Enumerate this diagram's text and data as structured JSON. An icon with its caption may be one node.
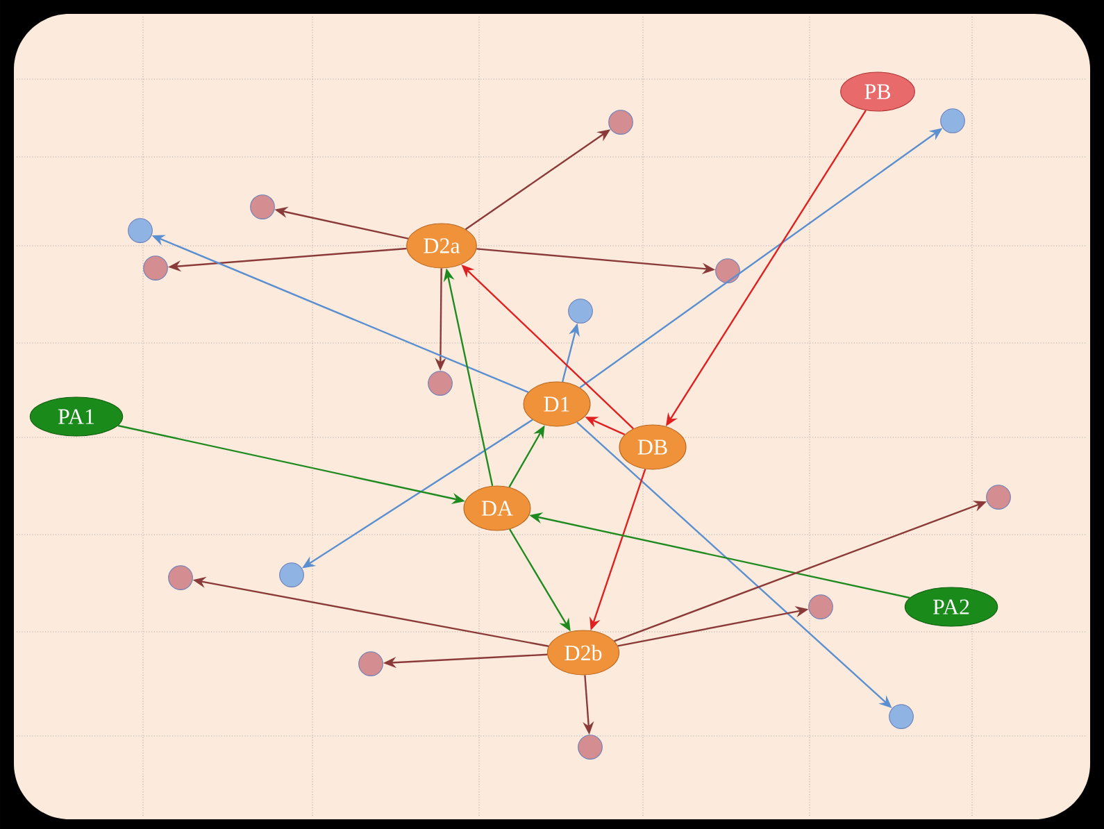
{
  "diagram": {
    "nodes": [
      {
        "text": [
          "PA1"
        ]
      },
      {
        "text": [
          "PA2"
        ]
      },
      {
        "text": [
          "PB"
        ]
      },
      {
        "text": [
          "D2a"
        ]
      },
      {
        "text": [
          "D1"
        ]
      },
      {
        "text": [
          "DB"
        ]
      },
      {
        "text": [
          "DA"
        ]
      },
      {
        "text": [
          "D2b"
        ]
      },
      {
        "text": [],
        "shape": "circle"
      },
      {
        "text": [],
        "shape": "circle"
      },
      {
        "text": [],
        "shape": "circle"
      },
      {
        "text": [],
        "shape": "circle"
      },
      {
        "text": [],
        "shape": "circle"
      },
      {
        "text": [],
        "shape": "circle"
      },
      {
        "text": [],
        "shape": "circle"
      },
      {
        "text": [],
        "shape": "circle"
      },
      {
        "text": [],
        "shape": "circle"
      },
      {
        "text": [],
        "shape": "circle"
      },
      {
        "text": [],
        "shape": "circle"
      },
      {
        "text": [],
        "shape": "circle"
      },
      {
        "text": [],
        "shape": "circle"
      },
      {
        "text": [],
        "shape": "circle"
      },
      {
        "text": [],
        "shape": "circle"
      }
    ],
    "edges": [
      {
        "from": 3,
        "to": 8,
        "arrow": "to"
      },
      {
        "from": 3,
        "to": 9,
        "arrow": "to"
      },
      {
        "from": 3,
        "to": 11,
        "arrow": "to"
      },
      {
        "from": 3,
        "to": 12,
        "arrow": "to"
      },
      {
        "from": 3,
        "to": 15,
        "arrow": "to"
      },
      {
        "from": 4,
        "to": 10,
        "arrow": "to",
        "color": "#5b8fd0"
      },
      {
        "from": 4,
        "to": 13,
        "arrow": "to",
        "color": "#5b8fd0"
      },
      {
        "from": 4,
        "to": 14,
        "arrow": "to",
        "color": "#5b8fd0"
      },
      {
        "from": 4,
        "to": 18,
        "arrow": "to",
        "color": "#5b8fd0"
      },
      {
        "from": 4,
        "to": 21,
        "arrow": "to",
        "color": "#5b8fd0"
      },
      {
        "from": 2,
        "to": 5,
        "arrow": "to",
        "color": "#e02020"
      },
      {
        "from": 5,
        "to": 4,
        "arrow": "to",
        "color": "#e02020"
      },
      {
        "from": 5,
        "to": 3,
        "arrow": "to",
        "color": "#e02020"
      },
      {
        "from": 5,
        "to": 7,
        "arrow": "to",
        "color": "#e02020"
      },
      {
        "from": 0,
        "to": 6,
        "arrow": "to",
        "color": "#1f8a1f"
      },
      {
        "from": 1,
        "to": 6,
        "arrow": "to",
        "color": "#1f8a1f"
      },
      {
        "from": 6,
        "to": 3,
        "arrow": "to",
        "color": "#1f8a1f"
      },
      {
        "from": 6,
        "to": 4,
        "arrow": "to",
        "color": "#1f8a1f"
      },
      {
        "from": 6,
        "to": 7,
        "arrow": "to",
        "color": "#1f8a1f"
      },
      {
        "from": 7,
        "to": 17,
        "arrow": "to"
      },
      {
        "from": 7,
        "to": 20,
        "arrow": "to"
      },
      {
        "from": 7,
        "to": 22,
        "arrow": "to"
      },
      {
        "from": 7,
        "to": 19,
        "arrow": "to"
      },
      {
        "from": 7,
        "to": 16,
        "arrow": "to"
      }
    ]
  }
}
